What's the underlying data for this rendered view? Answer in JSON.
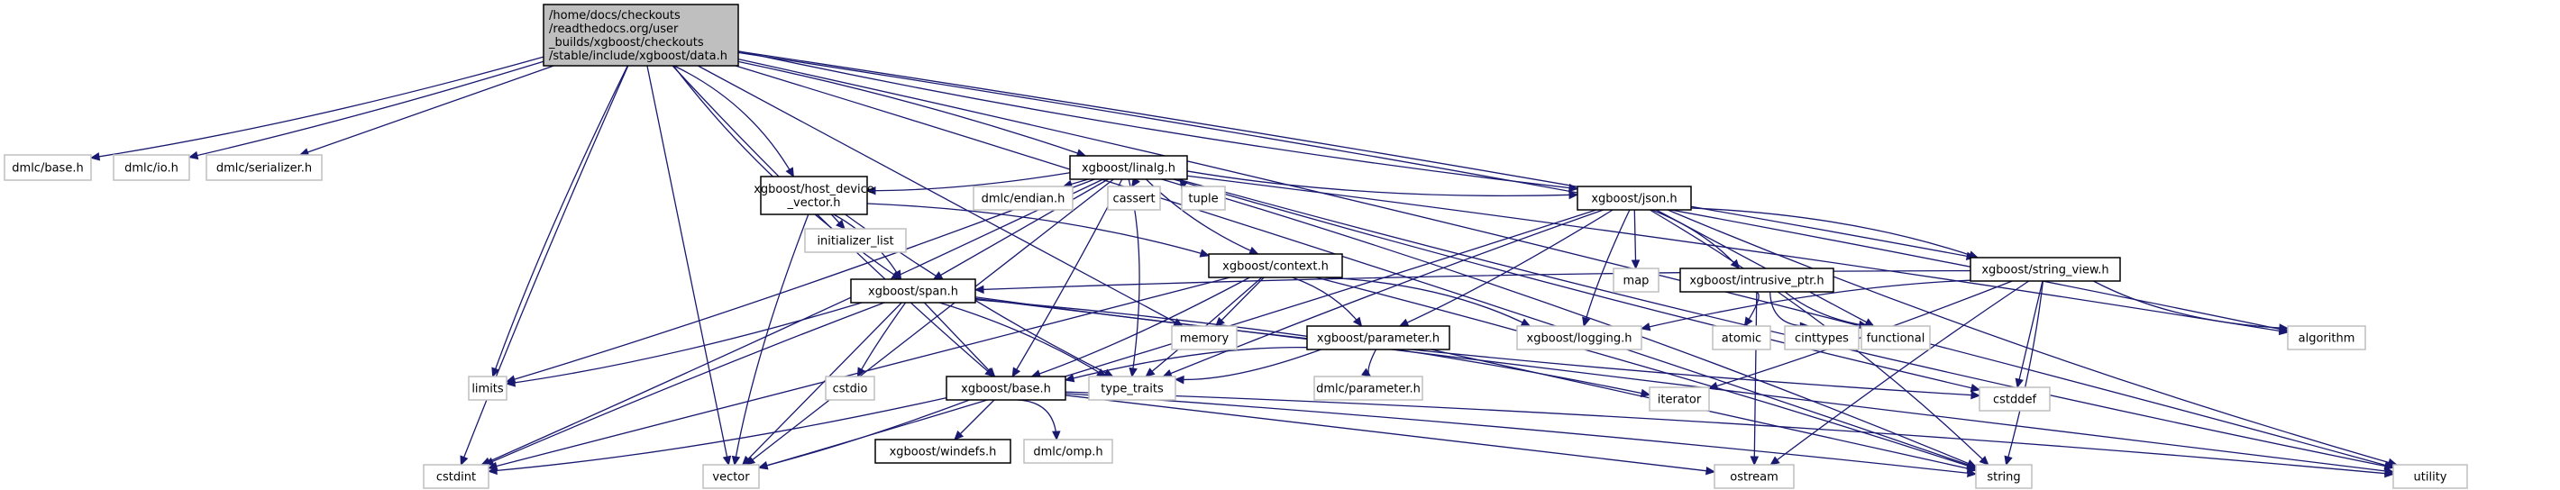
{
  "diagram": {
    "type": "include-dependency-graph",
    "edge_color": "#191970",
    "root_fill": "#bfbfbf",
    "external_border": "#bfbfbf",
    "internal_border": "#000000",
    "nodes": [
      {
        "id": "data",
        "kind": "root",
        "lines": [
          "/home/docs/checkouts",
          "/readthedocs.org/user",
          "_builds/xgboost/checkouts",
          "/stable/include/xgboost/data.h"
        ]
      },
      {
        "id": "dmlc_base",
        "kind": "external",
        "lines": [
          "dmlc/base.h"
        ]
      },
      {
        "id": "dmlc_io",
        "kind": "external",
        "lines": [
          "dmlc/io.h"
        ]
      },
      {
        "id": "dmlc_serializer",
        "kind": "external",
        "lines": [
          "dmlc/serializer.h"
        ]
      },
      {
        "id": "linalg",
        "kind": "internal",
        "lines": [
          "xgboost/linalg.h"
        ]
      },
      {
        "id": "host_device_vector",
        "kind": "internal",
        "lines": [
          "xgboost/host_device",
          "_vector.h"
        ]
      },
      {
        "id": "dmlc_endian",
        "kind": "external",
        "lines": [
          "dmlc/endian.h"
        ]
      },
      {
        "id": "cassert",
        "kind": "external",
        "lines": [
          "cassert"
        ]
      },
      {
        "id": "tuple",
        "kind": "external",
        "lines": [
          "tuple"
        ]
      },
      {
        "id": "json",
        "kind": "internal",
        "lines": [
          "xgboost/json.h"
        ]
      },
      {
        "id": "initializer_list",
        "kind": "external",
        "lines": [
          "initializer_list"
        ]
      },
      {
        "id": "context",
        "kind": "internal",
        "lines": [
          "xgboost/context.h"
        ]
      },
      {
        "id": "map",
        "kind": "external",
        "lines": [
          "map"
        ]
      },
      {
        "id": "intrusive_ptr",
        "kind": "internal",
        "lines": [
          "xgboost/intrusive_ptr.h"
        ]
      },
      {
        "id": "string_view",
        "kind": "internal",
        "lines": [
          "xgboost/string_view.h"
        ]
      },
      {
        "id": "span",
        "kind": "internal",
        "lines": [
          "xgboost/span.h"
        ]
      },
      {
        "id": "memory",
        "kind": "external",
        "lines": [
          "memory"
        ]
      },
      {
        "id": "parameter",
        "kind": "internal",
        "lines": [
          "xgboost/parameter.h"
        ]
      },
      {
        "id": "logging",
        "kind": "external",
        "lines": [
          "xgboost/logging.h"
        ]
      },
      {
        "id": "atomic",
        "kind": "external",
        "lines": [
          "atomic"
        ]
      },
      {
        "id": "cinttypes",
        "kind": "external",
        "lines": [
          "cinttypes"
        ]
      },
      {
        "id": "functional",
        "kind": "external",
        "lines": [
          "functional"
        ]
      },
      {
        "id": "algorithm",
        "kind": "external",
        "lines": [
          "algorithm"
        ]
      },
      {
        "id": "limits",
        "kind": "external",
        "lines": [
          "limits"
        ]
      },
      {
        "id": "cstdio",
        "kind": "external",
        "lines": [
          "cstdio"
        ]
      },
      {
        "id": "base",
        "kind": "internal",
        "lines": [
          "xgboost/base.h"
        ]
      },
      {
        "id": "type_traits",
        "kind": "external",
        "lines": [
          "type_traits"
        ]
      },
      {
        "id": "dmlc_parameter",
        "kind": "external",
        "lines": [
          "dmlc/parameter.h"
        ]
      },
      {
        "id": "iterator",
        "kind": "external",
        "lines": [
          "iterator"
        ]
      },
      {
        "id": "cstddef",
        "kind": "external",
        "lines": [
          "cstddef"
        ]
      },
      {
        "id": "windefs",
        "kind": "internal",
        "lines": [
          "xgboost/windefs.h"
        ]
      },
      {
        "id": "dmlc_omp",
        "kind": "external",
        "lines": [
          "dmlc/omp.h"
        ]
      },
      {
        "id": "cstdint",
        "kind": "external",
        "lines": [
          "cstdint"
        ]
      },
      {
        "id": "vector",
        "kind": "external",
        "lines": [
          "vector"
        ]
      },
      {
        "id": "ostream",
        "kind": "external",
        "lines": [
          "ostream"
        ]
      },
      {
        "id": "string",
        "kind": "external",
        "lines": [
          "string"
        ]
      },
      {
        "id": "utility",
        "kind": "external",
        "lines": [
          "utility"
        ]
      }
    ],
    "edges": [
      [
        "data",
        "dmlc_base"
      ],
      [
        "data",
        "dmlc_io"
      ],
      [
        "data",
        "dmlc_serializer"
      ],
      [
        "data",
        "linalg"
      ],
      [
        "data",
        "host_device_vector"
      ],
      [
        "data",
        "span"
      ],
      [
        "data",
        "base"
      ],
      [
        "data",
        "memory"
      ],
      [
        "data",
        "string_view"
      ],
      [
        "data",
        "algorithm"
      ],
      [
        "data",
        "limits"
      ],
      [
        "data",
        "cstdint"
      ],
      [
        "data",
        "vector"
      ],
      [
        "data",
        "string"
      ],
      [
        "data",
        "utility"
      ],
      [
        "data",
        "json"
      ],
      [
        "linalg",
        "host_device_vector"
      ],
      [
        "linalg",
        "dmlc_endian"
      ],
      [
        "linalg",
        "cassert"
      ],
      [
        "linalg",
        "tuple"
      ],
      [
        "linalg",
        "json"
      ],
      [
        "linalg",
        "context"
      ],
      [
        "linalg",
        "span"
      ],
      [
        "linalg",
        "base"
      ],
      [
        "linalg",
        "type_traits"
      ],
      [
        "linalg",
        "limits"
      ],
      [
        "linalg",
        "cstdint"
      ],
      [
        "linalg",
        "vector"
      ],
      [
        "linalg",
        "algorithm"
      ],
      [
        "linalg",
        "string"
      ],
      [
        "linalg",
        "utility"
      ],
      [
        "linalg",
        "cstddef"
      ],
      [
        "host_device_vector",
        "initializer_list"
      ],
      [
        "host_device_vector",
        "span"
      ],
      [
        "host_device_vector",
        "context"
      ],
      [
        "host_device_vector",
        "vector"
      ],
      [
        "host_device_vector",
        "type_traits"
      ],
      [
        "json",
        "map"
      ],
      [
        "json",
        "intrusive_ptr"
      ],
      [
        "json",
        "string_view"
      ],
      [
        "json",
        "parameter"
      ],
      [
        "json",
        "logging"
      ],
      [
        "json",
        "functional"
      ],
      [
        "json",
        "type_traits"
      ],
      [
        "json",
        "string"
      ],
      [
        "json",
        "utility"
      ],
      [
        "json",
        "vector"
      ],
      [
        "context",
        "memory"
      ],
      [
        "context",
        "parameter"
      ],
      [
        "context",
        "logging"
      ],
      [
        "context",
        "base"
      ],
      [
        "context",
        "type_traits"
      ],
      [
        "context",
        "cstdint"
      ],
      [
        "context",
        "string"
      ],
      [
        "intrusive_ptr",
        "atomic"
      ],
      [
        "intrusive_ptr",
        "cinttypes"
      ],
      [
        "intrusive_ptr",
        "functional"
      ],
      [
        "intrusive_ptr",
        "ostream"
      ],
      [
        "string_view",
        "span"
      ],
      [
        "string_view",
        "logging"
      ],
      [
        "string_view",
        "algorithm"
      ],
      [
        "string_view",
        "iterator"
      ],
      [
        "string_view",
        "cstddef"
      ],
      [
        "string_view",
        "string"
      ],
      [
        "string_view",
        "ostream"
      ],
      [
        "span",
        "limits"
      ],
      [
        "span",
        "cstdio"
      ],
      [
        "span",
        "base"
      ],
      [
        "span",
        "type_traits"
      ],
      [
        "span",
        "iterator"
      ],
      [
        "span",
        "cstddef"
      ],
      [
        "span",
        "vector"
      ],
      [
        "span",
        "utility"
      ],
      [
        "span",
        "cstdint"
      ],
      [
        "parameter",
        "base"
      ],
      [
        "parameter",
        "type_traits"
      ],
      [
        "parameter",
        "dmlc_parameter"
      ],
      [
        "parameter",
        "string"
      ],
      [
        "base",
        "windefs"
      ],
      [
        "base",
        "dmlc_omp"
      ],
      [
        "base",
        "cstdint"
      ],
      [
        "base",
        "vector"
      ],
      [
        "base",
        "ostream"
      ],
      [
        "base",
        "string"
      ],
      [
        "base",
        "utility"
      ]
    ]
  }
}
